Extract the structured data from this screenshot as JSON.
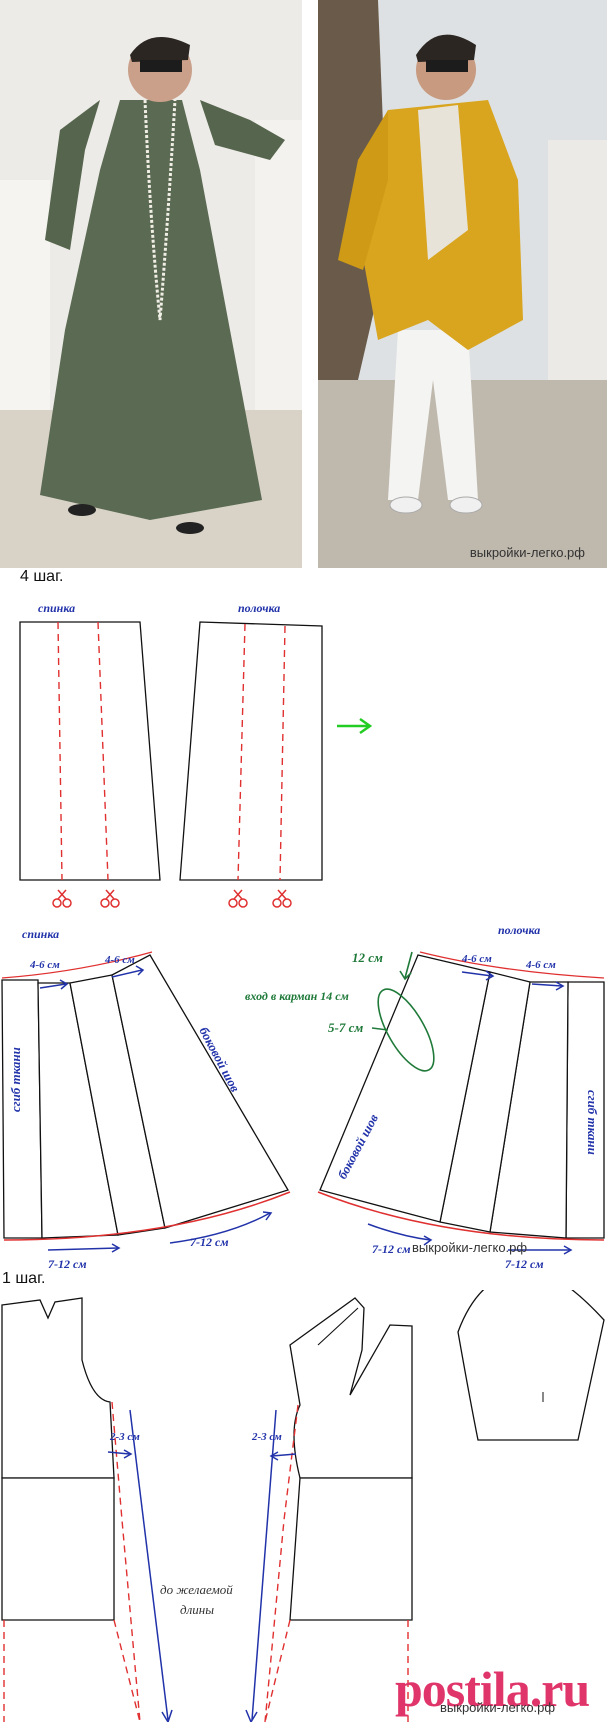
{
  "watermark": "выкройки-легко.рф",
  "site_logo": "postila.ru",
  "step4": {
    "label": "4 шаг.",
    "back_title": "спинка",
    "front_title": "полочка",
    "back_title2": "спинка",
    "front_title2": "полочка",
    "fold_label": "сгиб ткани",
    "side_seam": "боковой шов",
    "spread_top": "4-6 см",
    "spread_bottom": "7-12 см",
    "pocket_12": "12 см",
    "pocket_entry": "вход в карман 14 см",
    "pocket_57": "5-7 см"
  },
  "step1": {
    "label": "1 шаг.",
    "ease": "2-3 см",
    "length_note_1": "до желаемой",
    "length_note_2": "длины"
  },
  "colors": {
    "red_dash": "#e03030",
    "blue": "#2233aa",
    "green": "#1f7a3a",
    "arrow_green": "#22cc22",
    "mustard": "#d9a41e",
    "dress_green": "#5b6a52",
    "logo_pink": "#e0356a"
  }
}
